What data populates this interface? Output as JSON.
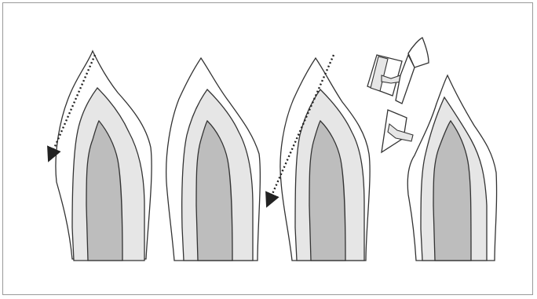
{
  "figure": {
    "description_labels": [],
    "panels": [
      {
        "id": "panel-1",
        "has_cut_line": true,
        "fractured": false
      },
      {
        "id": "panel-2",
        "has_cut_line": false,
        "fractured": false
      },
      {
        "id": "panel-3",
        "has_cut_line": true,
        "fractured": false
      },
      {
        "id": "panel-4",
        "has_cut_line": false,
        "fractured": true
      }
    ],
    "colors": {
      "outline": "#333333",
      "enamel": "#ffffff",
      "dentin": "#e6e6e6",
      "pulp": "#bdbdbd",
      "cut_line": "#222222"
    }
  }
}
